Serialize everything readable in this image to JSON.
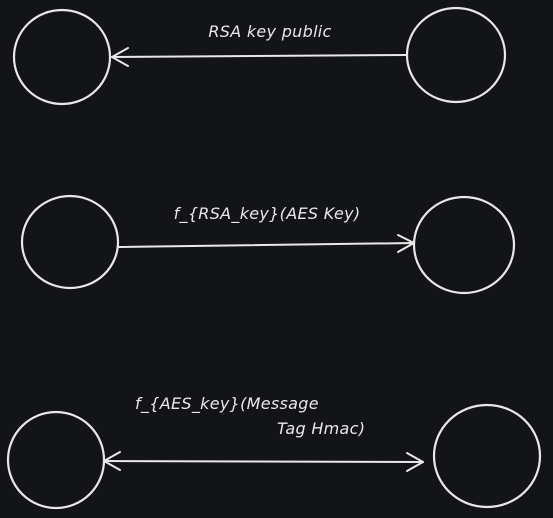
{
  "diagram": {
    "background": "#121417",
    "stroke_color": "#e8e8e8",
    "rows": [
      {
        "direction": "left",
        "label_lines": [
          "RSA key public"
        ]
      },
      {
        "direction": "right",
        "label_lines": [
          "f_{RSA_key}(AES Key)"
        ]
      },
      {
        "direction": "both",
        "label_lines": [
          "f_{AES_key}(Message",
          "Tag Hmac)"
        ]
      }
    ]
  }
}
